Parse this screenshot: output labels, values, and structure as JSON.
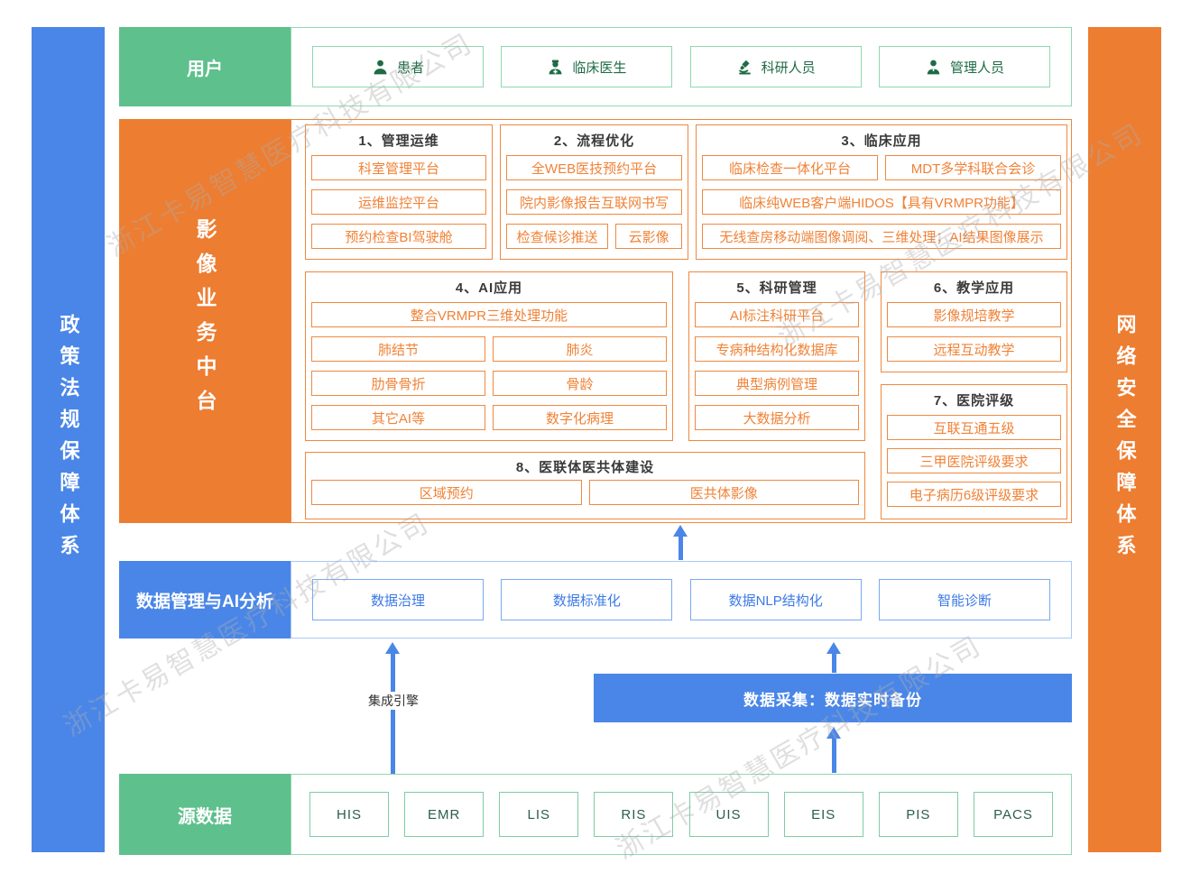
{
  "watermark": {
    "text": "浙江卡易智慧医疗科技有限公司"
  },
  "colors": {
    "green": "#5ec08c",
    "orange": "#ed7d31",
    "blue": "#4a86e8"
  },
  "left_bar": {
    "label": "政策法规保障体系"
  },
  "right_bar": {
    "label": "网络安全保障体系"
  },
  "users": {
    "label": "用户",
    "items": [
      {
        "label": "患者",
        "icon": "patient-icon"
      },
      {
        "label": "临床医生",
        "icon": "doctor-icon"
      },
      {
        "label": "科研人员",
        "icon": "microscope-icon"
      },
      {
        "label": "管理人员",
        "icon": "admin-icon"
      }
    ]
  },
  "platform": {
    "label": "影像业务中台",
    "sections": {
      "s1": {
        "title": "1、管理运维",
        "items": [
          "科室管理平台",
          "运维监控平台",
          "预约检查BI驾驶舱"
        ]
      },
      "s2": {
        "title": "2、流程优化",
        "items": [
          "全WEB医技预约平台",
          "院内影像报告互联网书写",
          "检查候诊推送",
          "云影像"
        ]
      },
      "s3": {
        "title": "3、临床应用",
        "items": [
          "临床检查一体化平台",
          "MDT多学科联合会诊",
          "临床纯WEB客户端HIDOS【具有VRMPR功能】",
          "无线查房移动端图像调阅、三维处理；AI结果图像展示"
        ]
      },
      "s4": {
        "title": "4、AI应用",
        "items": [
          "整合VRMPR三维处理功能",
          "肺结节",
          "肺炎",
          "肋骨骨折",
          "骨龄",
          "其它AI等",
          "数字化病理"
        ]
      },
      "s5": {
        "title": "5、科研管理",
        "items": [
          "AI标注科研平台",
          "专病种结构化数据库",
          "典型病例管理",
          "大数据分析"
        ]
      },
      "s6": {
        "title": "6、教学应用",
        "items": [
          "影像规培教学",
          "远程互动教学"
        ]
      },
      "s7": {
        "title": "7、医院评级",
        "items": [
          "互联互通五级",
          "三甲医院评级要求",
          "电子病历6级评级要求"
        ]
      },
      "s8": {
        "title": "8、医联体医共体建设",
        "items": [
          "区域预约",
          "医共体影像"
        ]
      }
    }
  },
  "data_mgmt": {
    "label": "数据管理与AI分析",
    "items": [
      "数据治理",
      "数据标准化",
      "数据NLP结构化",
      "智能诊断"
    ]
  },
  "middle": {
    "integration_engine": "集成引擎",
    "data_collection": "数据采集：数据实时备份"
  },
  "source": {
    "label": "源数据",
    "items": [
      "HIS",
      "EMR",
      "LIS",
      "RIS",
      "UIS",
      "EIS",
      "PIS",
      "PACS"
    ]
  }
}
